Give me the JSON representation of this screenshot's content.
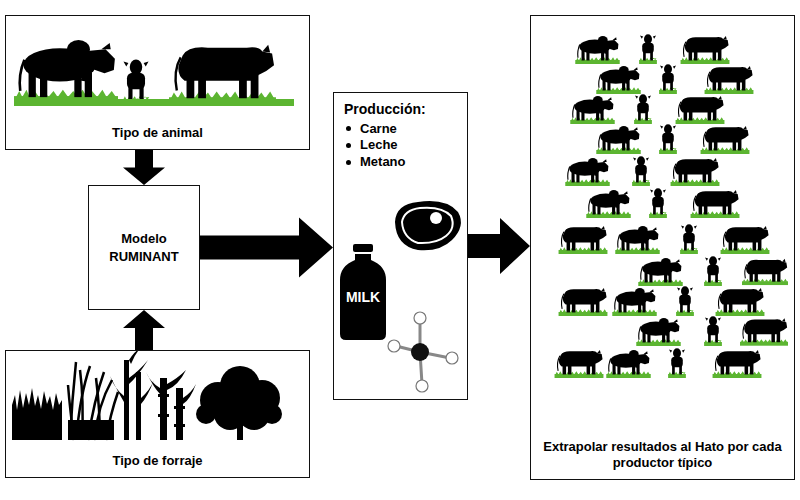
{
  "diagram": {
    "nodes": [
      {
        "text": [
          "Tipo de animal"
        ]
      },
      {
        "text": [
          "Modelo RUMINANT"
        ]
      },
      {
        "text": [
          "Tipo de forraje"
        ]
      },
      {
        "text": [
          "Producción:",
          "Carne",
          "Leche",
          "Metano"
        ]
      },
      {
        "text": [
          "Extrapolar resultados al Hato por cada productor típico"
        ]
      }
    ],
    "edges": [
      {
        "from": 0,
        "to": 1,
        "arrow": "to"
      },
      {
        "from": 2,
        "to": 1,
        "arrow": "to"
      },
      {
        "from": 1,
        "to": 3,
        "arrow": "to"
      },
      {
        "from": 3,
        "to": 4,
        "arrow": "to"
      }
    ],
    "labels": [
      "MILK"
    ]
  }
}
